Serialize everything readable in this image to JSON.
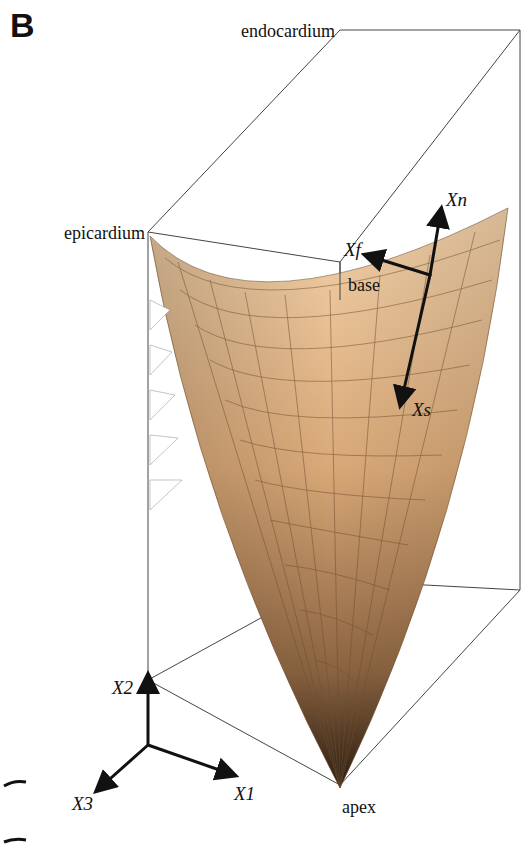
{
  "diagram": {
    "labels": [
      "B",
      "endocardium",
      "epicardium",
      "base",
      "Xn",
      "Xf",
      "Xs",
      "X2",
      "X1",
      "X3",
      "apex"
    ]
  }
}
